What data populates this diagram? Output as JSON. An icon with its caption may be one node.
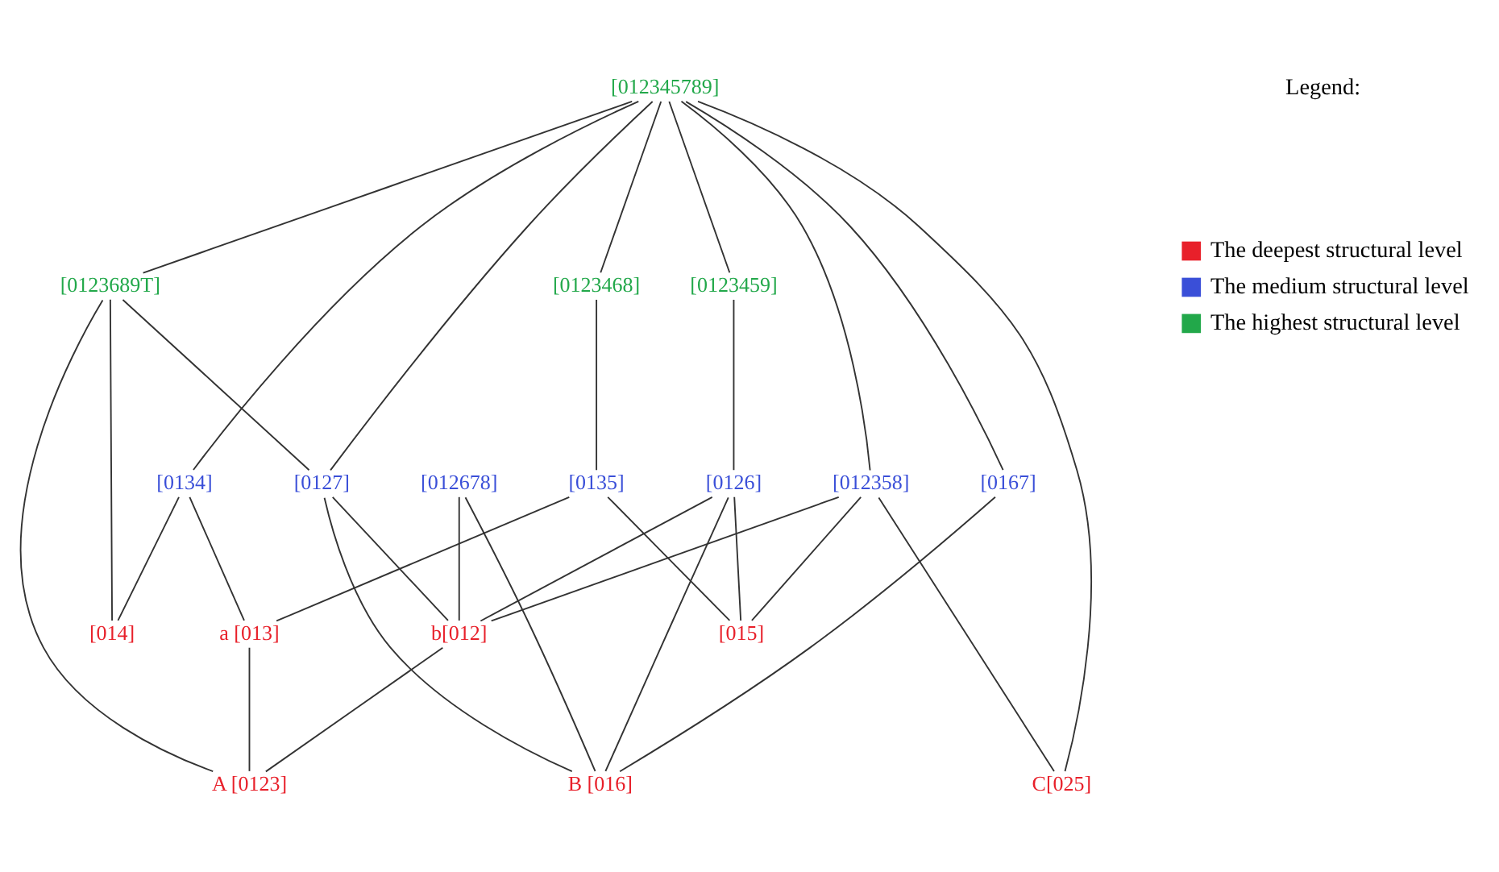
{
  "diagram": {
    "nodes": [
      {
        "text": [
          "[012345789]"
        ]
      },
      {
        "text": [
          "[0123689T]"
        ]
      },
      {
        "text": [
          "[0123468]"
        ]
      },
      {
        "text": [
          "[0123459]"
        ]
      },
      {
        "text": [
          "[0134]"
        ]
      },
      {
        "text": [
          "[0135]"
        ]
      },
      {
        "text": [
          "[012678]"
        ]
      },
      {
        "text": [
          "[0126]"
        ]
      },
      {
        "text": [
          "[0127]"
        ]
      },
      {
        "text": [
          "[012358]"
        ]
      },
      {
        "text": [
          "[0167]"
        ]
      },
      {
        "text": [
          "[014]"
        ]
      },
      {
        "text": [
          "a [013]"
        ]
      },
      {
        "text": [
          "b[012]"
        ]
      },
      {
        "text": [
          "[015]"
        ]
      },
      {
        "text": [
          "A [0123]"
        ]
      },
      {
        "text": [
          "B [016]"
        ]
      },
      {
        "text": [
          "C[025]"
        ]
      }
    ],
    "edges": [
      {
        "from": 0,
        "to": 1,
        "arrow": "none"
      },
      {
        "from": 0,
        "to": 2,
        "arrow": "none"
      },
      {
        "from": 0,
        "to": 3,
        "arrow": "none"
      },
      {
        "from": 0,
        "to": 4,
        "arrow": "none"
      },
      {
        "from": 0,
        "to": 8,
        "arrow": "none"
      },
      {
        "from": 0,
        "to": 9,
        "arrow": "none"
      },
      {
        "from": 0,
        "to": 10,
        "arrow": "none"
      },
      {
        "from": 0,
        "to": 17,
        "arrow": "none"
      },
      {
        "from": 1,
        "to": 11,
        "arrow": "none"
      },
      {
        "from": 1,
        "to": 15,
        "arrow": "none"
      },
      {
        "from": 1,
        "to": 8,
        "arrow": "none"
      },
      {
        "from": 2,
        "to": 5,
        "arrow": "none"
      },
      {
        "from": 3,
        "to": 7,
        "arrow": "none"
      },
      {
        "from": 4,
        "to": 11,
        "arrow": "none"
      },
      {
        "from": 4,
        "to": 12,
        "arrow": "none"
      },
      {
        "from": 5,
        "to": 12,
        "arrow": "none"
      },
      {
        "from": 5,
        "to": 14,
        "arrow": "none"
      },
      {
        "from": 6,
        "to": 13,
        "arrow": "none"
      },
      {
        "from": 6,
        "to": 16,
        "arrow": "none"
      },
      {
        "from": 7,
        "to": 13,
        "arrow": "none"
      },
      {
        "from": 7,
        "to": 14,
        "arrow": "none"
      },
      {
        "from": 7,
        "to": 16,
        "arrow": "none"
      },
      {
        "from": 8,
        "to": 13,
        "arrow": "none"
      },
      {
        "from": 8,
        "to": 16,
        "arrow": "none"
      },
      {
        "from": 9,
        "to": 13,
        "arrow": "none"
      },
      {
        "from": 9,
        "to": 14,
        "arrow": "none"
      },
      {
        "from": 9,
        "to": 17,
        "arrow": "none"
      },
      {
        "from": 10,
        "to": 16,
        "arrow": "none"
      },
      {
        "from": 12,
        "to": 15,
        "arrow": "none"
      },
      {
        "from": 13,
        "to": 15,
        "arrow": "none"
      }
    ],
    "labels": [
      "Legend:"
    ],
    "legend": [
      {
        "text": "The deepest structural level",
        "color": "#e8202a"
      },
      {
        "text": "The medium structural level",
        "color": "#3a4fd8"
      },
      {
        "text": "The highest structural level",
        "color": "#22a84a"
      }
    ]
  }
}
